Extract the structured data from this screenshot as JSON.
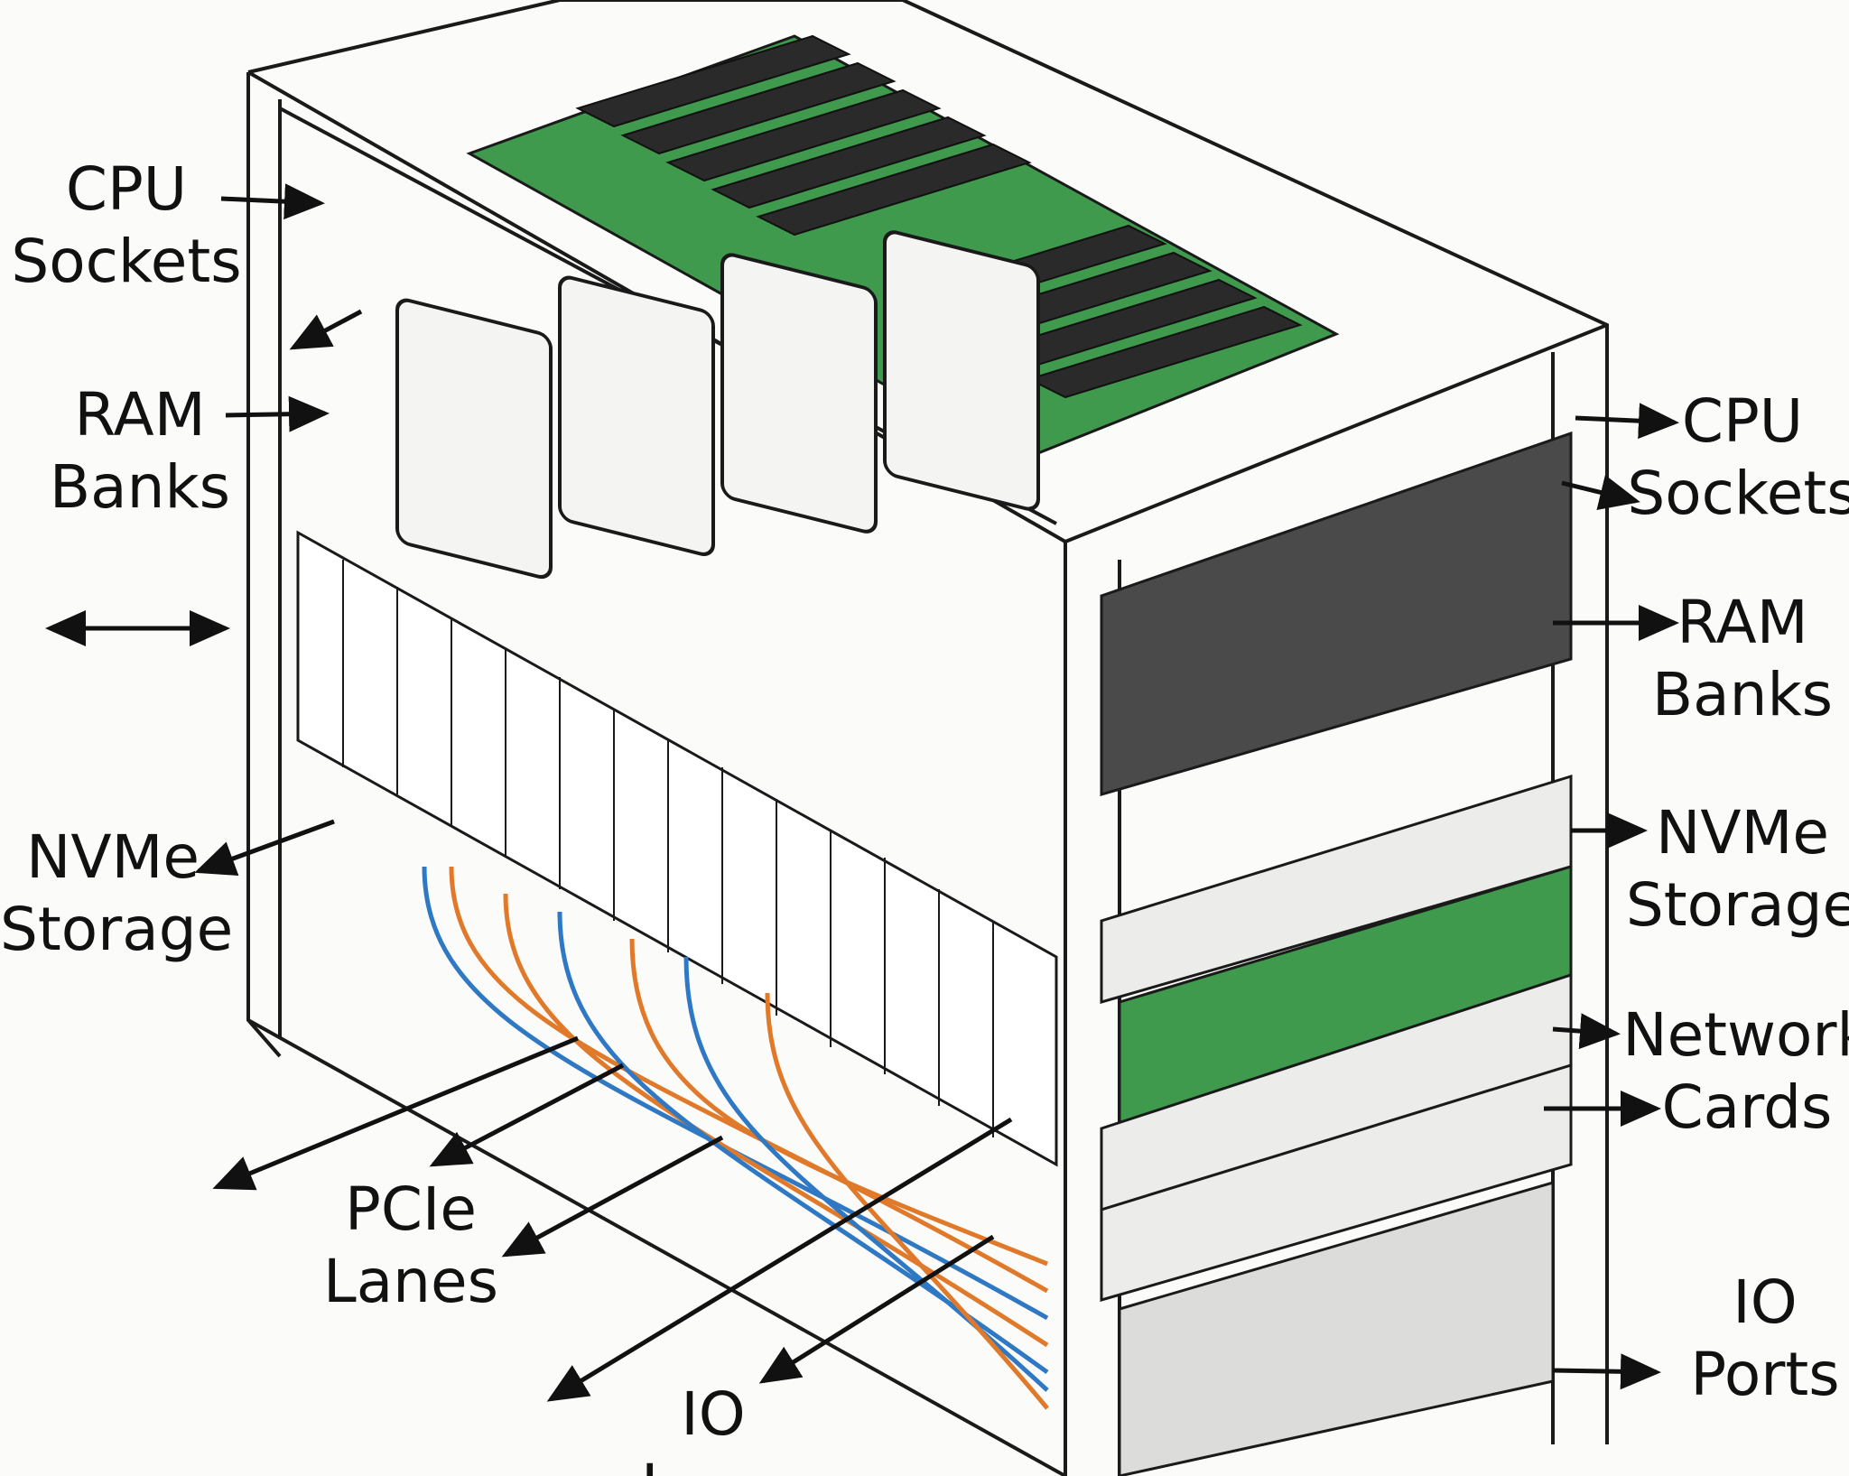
{
  "labels": {
    "left_cpu": {
      "line1": "CPU",
      "line2": "Sockets"
    },
    "left_ram": {
      "line1": "RAM",
      "line2": "Banks"
    },
    "left_nvme": {
      "line1": "NVMe",
      "line2": "Storage"
    },
    "pcie": {
      "line1": "PCIe",
      "line2": "Lanes"
    },
    "bottom_io": {
      "line1": "IO",
      "line2": "L"
    },
    "right_cpu": {
      "line1": "CPU",
      "line2": "Sockets"
    },
    "right_ram": {
      "line1": "RAM",
      "line2": "Banks"
    },
    "right_nvme": {
      "line1": "NVMe",
      "line2": "Storage"
    },
    "right_network": {
      "line1": "Network",
      "line2": "Cards"
    },
    "right_io": {
      "line1": "IO",
      "line2": "Ports"
    }
  },
  "colors": {
    "board": "#3f9a4e",
    "cable_orange": "#e07a2a",
    "cable_blue": "#2f78c4",
    "frame": "#1a1a1a",
    "drive": "#4a4a4a"
  }
}
